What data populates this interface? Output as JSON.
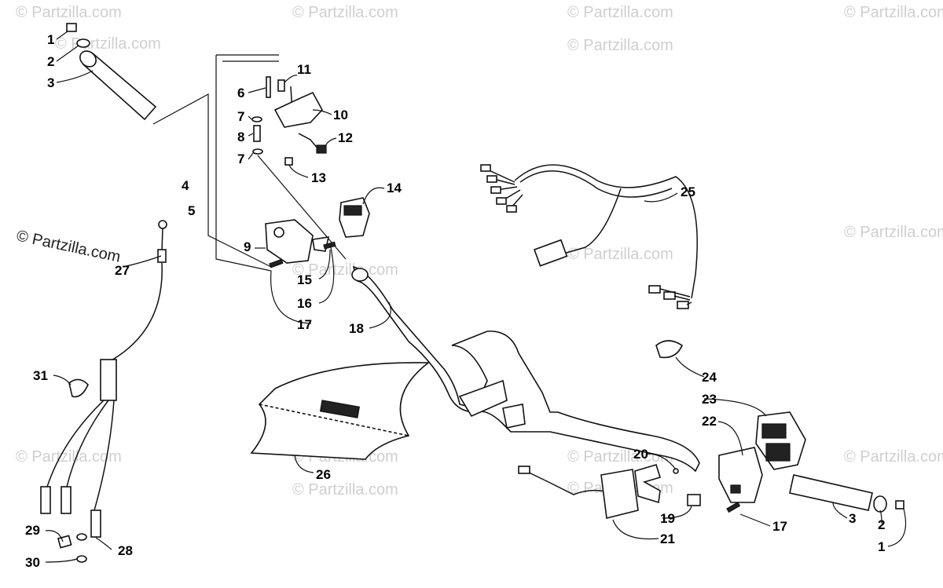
{
  "watermarks": {
    "text": "© Partzilla.com",
    "main_text": "© Partzilla.com"
  },
  "callouts": {
    "c1a": "1",
    "c2a": "2",
    "c3a": "3",
    "c4": "4",
    "c5": "5",
    "c6": "6",
    "c7a": "7",
    "c7b": "7",
    "c8": "8",
    "c9": "9",
    "c10": "10",
    "c11": "11",
    "c12": "12",
    "c13": "13",
    "c14": "14",
    "c15": "15",
    "c16": "16",
    "c17a": "17",
    "c17b": "17",
    "c18": "18",
    "c19": "19",
    "c20": "20",
    "c21": "21",
    "c22": "22",
    "c23": "23",
    "c24": "24",
    "c25": "25",
    "c26": "26",
    "c27": "27",
    "c28": "28",
    "c29": "29",
    "c30": "30",
    "c31": "31",
    "c1b": "1",
    "c2b": "2",
    "c3b": "3"
  }
}
